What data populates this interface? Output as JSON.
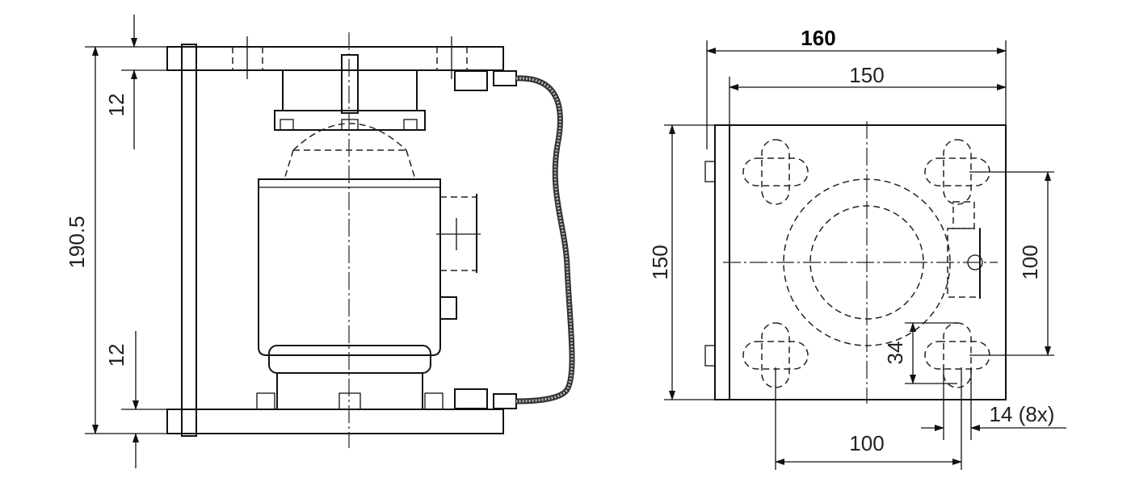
{
  "side_view": {
    "dim_total_height": "190.5",
    "dim_top_plate": "12",
    "dim_bottom_plate": "12"
  },
  "top_view": {
    "dim_overall_width": "160",
    "dim_plate_width": "150",
    "dim_plate_height": "150",
    "dim_hole_spacing_vertical": "100",
    "dim_hole_spacing_horizontal": "100",
    "dim_slot_offset": "34",
    "dim_slot_width": "14 (8x)"
  }
}
